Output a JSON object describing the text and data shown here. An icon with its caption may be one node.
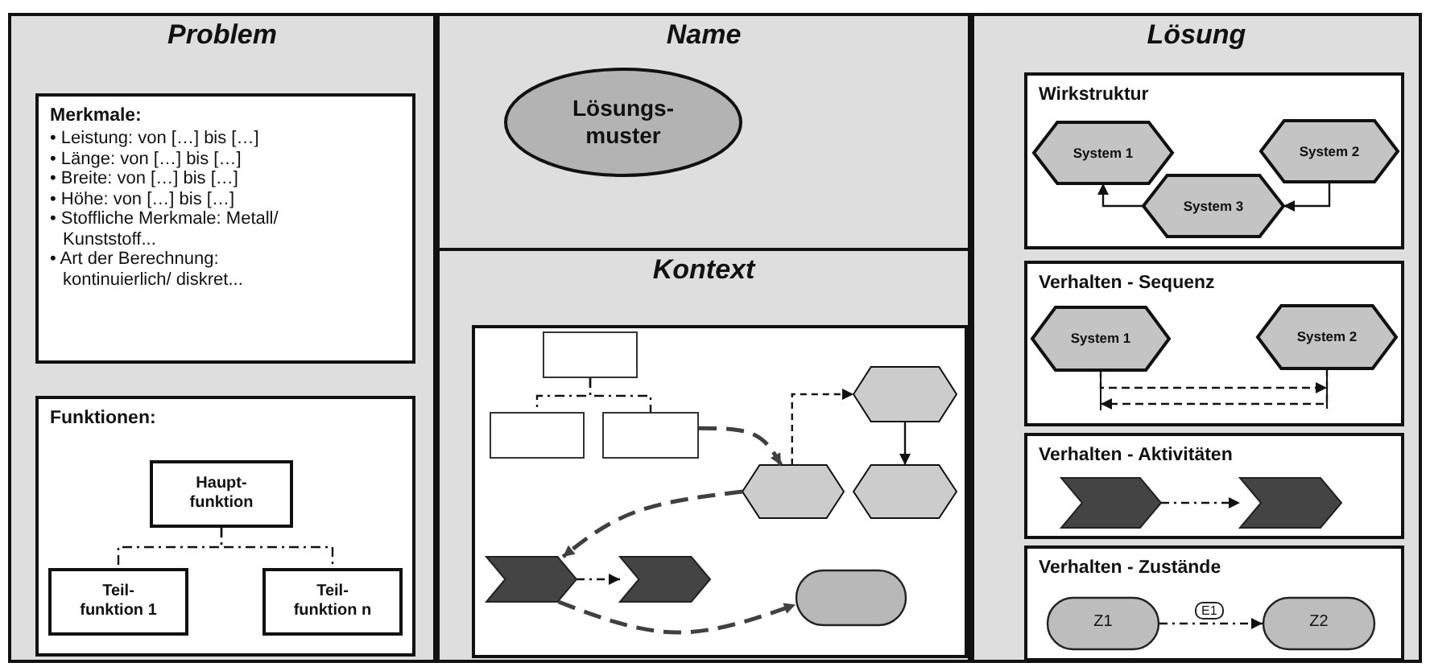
{
  "diagram": {
    "nodes": [
      {
        "text": [
          "Problem"
        ]
      },
      {
        "text": [
          "Merkmale:",
          "• Leistung: von […] bis […]",
          "• Länge: von […] bis […]",
          "• Breite: von […] bis […]",
          "• Höhe: von […] bis […]",
          "• Stoffliche Merkmale: Metall/ Kunststoff...",
          "• Art der Berechnung: kontinuierlich/ diskret..."
        ],
        "in": 0
      },
      {
        "text": [
          "Funktionen:"
        ],
        "in": 0
      },
      {
        "text": [
          "Haupt- funktion"
        ],
        "in": 2
      },
      {
        "text": [
          "Teil- funktion 1"
        ],
        "in": 2
      },
      {
        "text": [
          "Teil- funktion n"
        ],
        "in": 2
      },
      {
        "text": [
          "Name"
        ]
      },
      {
        "text": [
          "Lösungs- muster"
        ],
        "in": 6
      },
      {
        "text": [
          "Kontext"
        ]
      },
      {
        "text": [],
        "shape": "box",
        "in": 8
      },
      {
        "text": [],
        "shape": "box",
        "in": 9
      },
      {
        "text": [],
        "shape": "box",
        "in": 9
      },
      {
        "text": [],
        "shape": "box",
        "in": 9
      },
      {
        "text": [],
        "shape": "hexagon",
        "in": 9
      },
      {
        "text": [],
        "shape": "hexagon",
        "in": 9
      },
      {
        "text": [],
        "shape": "hexagon",
        "in": 9
      },
      {
        "text": [],
        "shape": "chevron",
        "in": 9
      },
      {
        "text": [],
        "shape": "chevron",
        "in": 9
      },
      {
        "text": [],
        "shape": "oval",
        "in": 9
      },
      {
        "text": [
          "Lösung"
        ]
      },
      {
        "text": [
          "Wirkstruktur"
        ],
        "in": 19
      },
      {
        "text": [
          "System 1"
        ],
        "in": 20
      },
      {
        "text": [
          "System 2"
        ],
        "in": 20
      },
      {
        "text": [
          "System 3"
        ],
        "in": 20
      },
      {
        "text": [
          "Verhalten - Sequenz"
        ],
        "in": 19
      },
      {
        "text": [
          "System 1"
        ],
        "in": 24
      },
      {
        "text": [
          "System 2"
        ],
        "in": 24
      },
      {
        "text": [
          "Verhalten - Aktivitäten"
        ],
        "in": 19
      },
      {
        "text": [],
        "shape": "chevron",
        "in": 27
      },
      {
        "text": [],
        "shape": "chevron",
        "in": 27
      },
      {
        "text": [
          "Verhalten - Zustände"
        ],
        "in": 19
      },
      {
        "text": [
          "Z1"
        ],
        "in": 30
      },
      {
        "text": [
          "Z2"
        ],
        "in": 30
      }
    ],
    "edges": [
      {
        "from": 3,
        "to": 4,
        "arrow": "none",
        "style": "dashed"
      },
      {
        "from": 3,
        "to": 5,
        "arrow": "none",
        "style": "dashed"
      },
      {
        "from": 10,
        "to": 11,
        "arrow": "none",
        "style": "dashed"
      },
      {
        "from": 10,
        "to": 12,
        "arrow": "none",
        "style": "dashed"
      },
      {
        "from": 12,
        "to": 14,
        "arrow": "to",
        "style": "dashed",
        "color": "#404040"
      },
      {
        "from": 14,
        "to": 13,
        "arrow": "to",
        "style": "dashed"
      },
      {
        "from": 13,
        "to": 15,
        "arrow": "to"
      },
      {
        "from": 14,
        "to": 16,
        "arrow": "to",
        "style": "dashed",
        "color": "#404040"
      },
      {
        "from": 16,
        "to": 17,
        "arrow": "to",
        "style": "dashed"
      },
      {
        "from": 16,
        "to": 18,
        "arrow": "to",
        "style": "dashed",
        "color": "#404040"
      },
      {
        "from": 23,
        "to": 21,
        "arrow": "to"
      },
      {
        "from": 22,
        "to": 23,
        "arrow": "to"
      },
      {
        "from": 25,
        "to": 26,
        "arrow": "to",
        "style": "dashed"
      },
      {
        "from": 26,
        "to": 25,
        "arrow": "to",
        "style": "dashed"
      },
      {
        "from": 28,
        "to": 29,
        "arrow": "to",
        "style": "dashed"
      },
      {
        "from": 31,
        "to": 32,
        "arrow": "to",
        "style": "dashed",
        "label": "E1"
      }
    ]
  }
}
